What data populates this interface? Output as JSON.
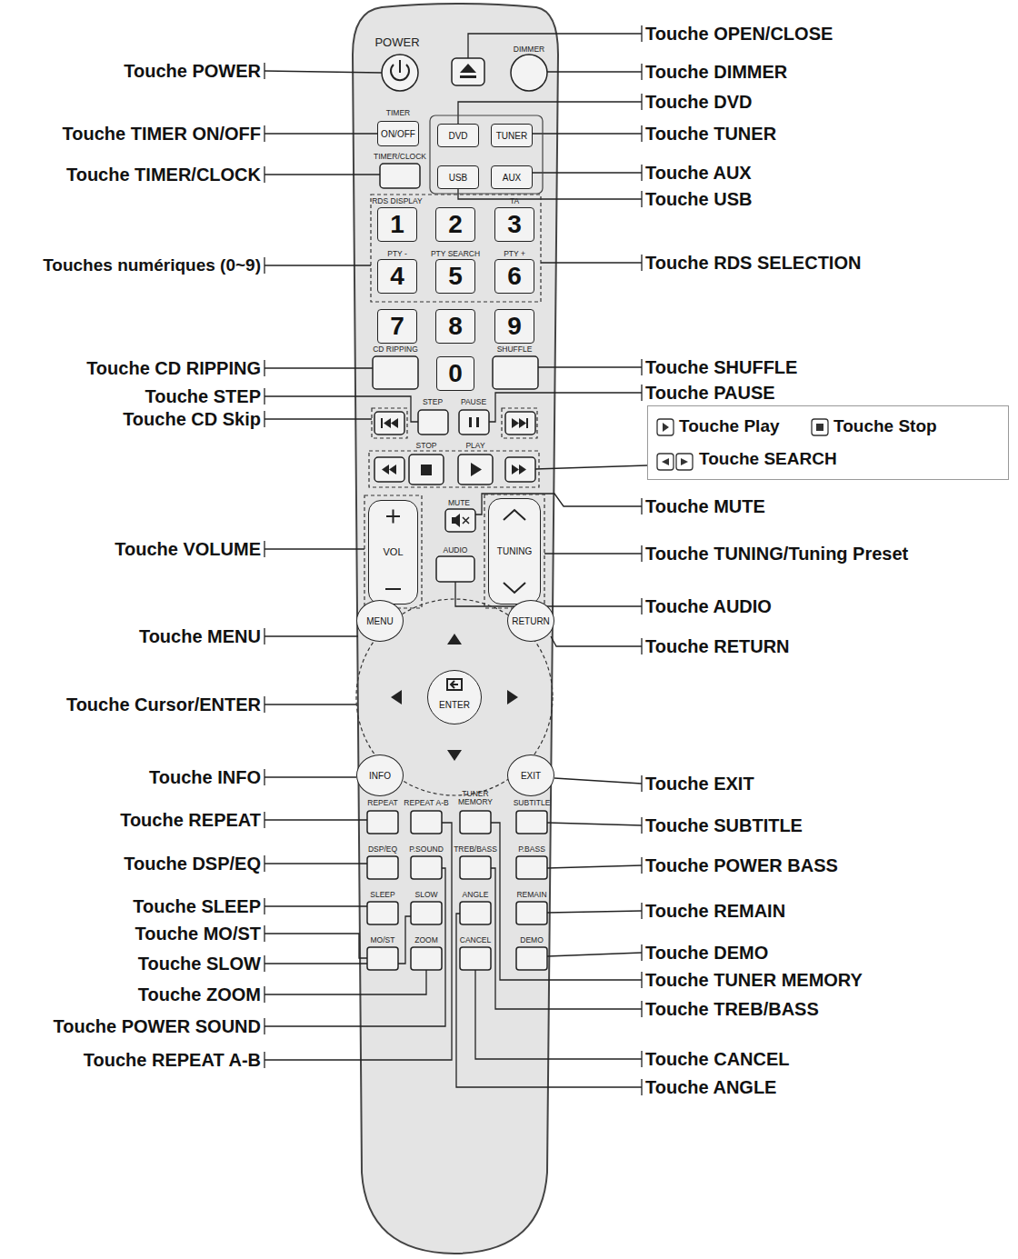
{
  "diagram": {
    "nodes": [
      {
        "text": [
          "ON/OFF"
        ]
      },
      {
        "text": [
          "DVD"
        ]
      },
      {
        "text": [
          "TUNER"
        ]
      },
      {
        "text": [
          "USB"
        ]
      },
      {
        "text": [
          "AUX"
        ]
      },
      {
        "text": [
          "1"
        ]
      },
      {
        "text": [
          "2"
        ]
      },
      {
        "text": [
          "3"
        ]
      },
      {
        "text": [
          "4"
        ]
      },
      {
        "text": [
          "5"
        ]
      },
      {
        "text": [
          "6"
        ]
      },
      {
        "text": [
          "7"
        ]
      },
      {
        "text": [
          "8"
        ]
      },
      {
        "text": [
          "9"
        ]
      },
      {
        "text": [
          "0"
        ]
      },
      {
        "text": [
          "Touche Play",
          "Touche Stop",
          "Touche SEARCH"
        ]
      },
      {
        "text": [
          "VOL"
        ]
      },
      {
        "text": [
          "TUNING"
        ]
      },
      {
        "text": [
          "MENU"
        ]
      },
      {
        "text": [
          "RETURN"
        ]
      },
      {
        "text": [
          "ENTER"
        ]
      },
      {
        "text": [
          "INFO"
        ]
      },
      {
        "text": [
          "EXIT"
        ]
      }
    ],
    "labels": [
      "Touche POWER",
      "Touche TIMER ON/OFF",
      "Touche TIMER/CLOCK",
      "Touches numériques (0~9)",
      "Touche CD RIPPING",
      "Touche STEP",
      "Touche CD Skip",
      "Touche VOLUME",
      "Touche MENU",
      "Touche Cursor/ENTER",
      "Touche INFO",
      "Touche REPEAT",
      "Touche DSP/EQ",
      "Touche SLEEP",
      "Touche MO/ST",
      "Touche SLOW",
      "Touche ZOOM",
      "Touche POWER SOUND",
      "Touche REPEAT A-B",
      "Touche OPEN/CLOSE",
      "Touche DIMMER",
      "Touche DVD",
      "Touche TUNER",
      "Touche AUX",
      "Touche USB",
      "Touche RDS SELECTION",
      "Touche SHUFFLE",
      "Touche PAUSE",
      "Touche MUTE",
      "Touche TUNING/Tuning Preset",
      "Touche AUDIO",
      "Touche RETURN",
      "Touche EXIT",
      "Touche SUBTITLE",
      "Touche POWER BASS",
      "Touche REMAIN",
      "Touche DEMO",
      "Touche TUNER MEMORY",
      "Touche TREB/BASS",
      "Touche CANCEL",
      "Touche ANGLE",
      "POWER",
      "DIMMER",
      "TIMER",
      "TIMER/CLOCK",
      "RDS DISPLAY",
      "TA",
      "PTY -",
      "PTY SEARCH",
      "PTY +",
      "CD RIPPING",
      "SHUFFLE",
      "STEP",
      "PAUSE",
      "STOP",
      "PLAY",
      "MUTE",
      "AUDIO",
      "REPEAT",
      "REPEAT A-B",
      "TUNER MEMORY",
      "SUBTITLE",
      "DSP/EQ",
      "P.SOUND",
      "TREB/BASS",
      "P.BASS",
      "SLEEP",
      "SLOW",
      "ANGLE",
      "REMAIN",
      "MO/ST",
      "ZOOM",
      "CANCEL",
      "DEMO"
    ]
  }
}
